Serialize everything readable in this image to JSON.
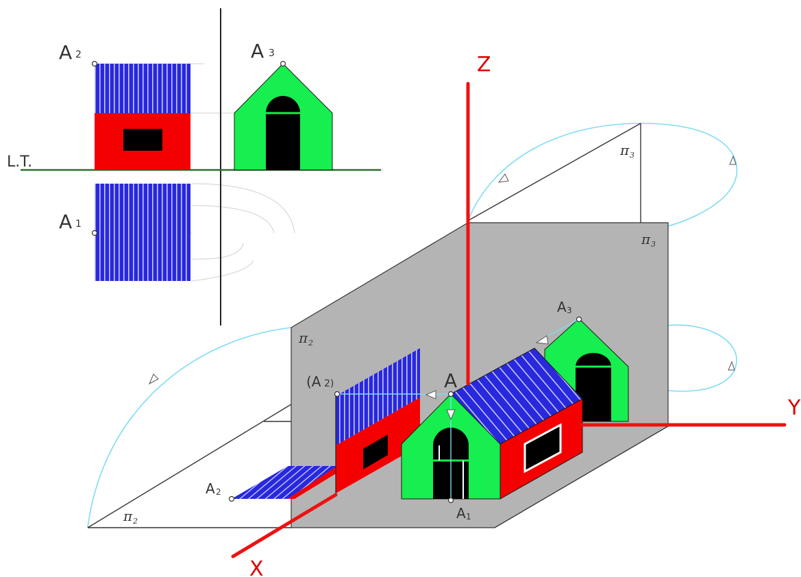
{
  "labels": {
    "lt": "L.T.",
    "a2": "A",
    "a2_sub": "2",
    "a3": "A",
    "a3_sub": "3",
    "a1": "A",
    "a1_sub": "1",
    "axis_x": "X",
    "axis_y": "Y",
    "axis_z": "Z",
    "pi2_wall": "π",
    "pi2_wall_sub": "2",
    "pi2_floor": "π",
    "pi2_floor_sub": "2",
    "pi3_wall": "π",
    "pi3_wall_sub": "3",
    "pi3_arc": "π",
    "pi3_arc_sub": "3",
    "a_iso": "A",
    "a2_paren": "(A",
    "a2_paren_sub": "2)",
    "a1_iso": "A",
    "a1_iso_sub": "1",
    "a2_floor": "A",
    "a2_floor_sub": "2",
    "a3_iso": "A",
    "a3_iso_sub": "3"
  },
  "colors": {
    "roof_blue": "#2828dc",
    "wall_red": "#f50000",
    "gable_green": "#17ee4f",
    "plane_gray": "#b4b4b4",
    "axis_red": "#ee1111",
    "arc_cyan": "#7fdcf0",
    "lt_green": "#2e6b2e"
  }
}
